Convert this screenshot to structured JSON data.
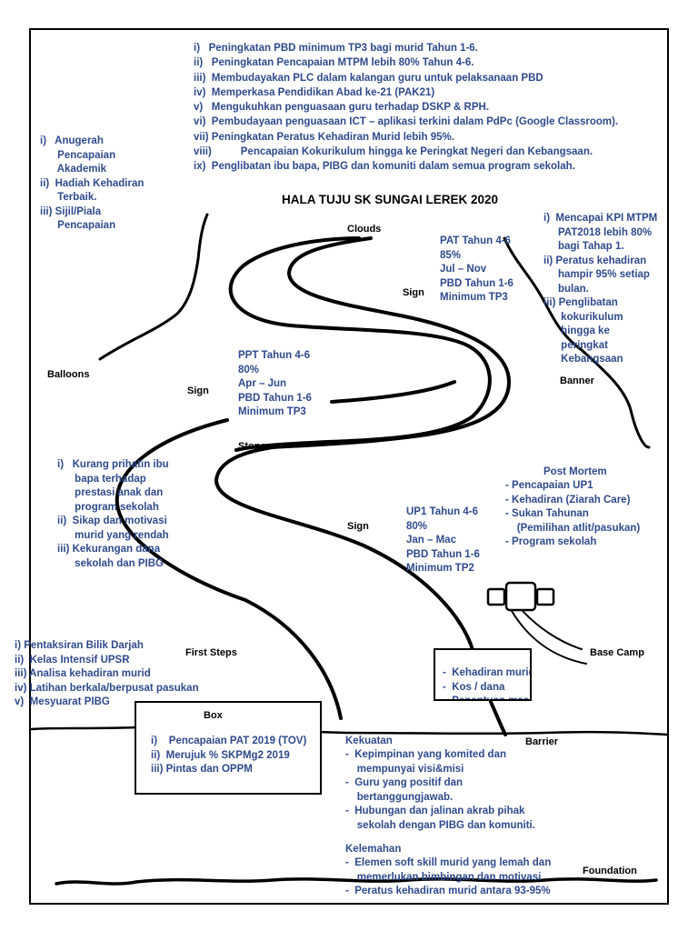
{
  "title": "HALA TUJU SK SUNGAI LEREK 2020",
  "labels": {
    "clouds": "Clouds",
    "balloons": "Balloons",
    "banner": "Banner",
    "sign_top": "Sign",
    "sign_middle": "Sign",
    "sign_bottom": "Sign",
    "stones": "Stones",
    "first_steps": "First Steps",
    "box": "Box",
    "base_camp": "Base Camp",
    "barrier": "Barrier",
    "foundation": "Foundation"
  },
  "goals": [
    "i)   Peningkatan PBD minimum TP3 bagi murid Tahun 1-6.",
    "ii)   Peningkatan Pencapaian MTPM lebih 80% Tahun 4-6.",
    "iii)  Membudayakan PLC dalam kalangan guru untuk pelaksanaan PBD",
    "iv)  Memperkasa Pendidikan Abad ke-21 (PAK21)",
    "v)   Mengukuhkan penguasaan guru terhadap DSKP & RPH.",
    "vi)  Pembudayaan penguasaan ICT – aplikasi terkini dalam PdPc (Google Classroom).",
    "vii) Peningkatan Peratus Kehadiran Murid lebih 95%.",
    "viii)          Pencapaian Kokurikulum hingga ke Peringkat Negeri dan Kebangsaan.",
    "ix)  Penglibatan ibu bapa, PIBG dan komuniti dalam semua program sekolah."
  ],
  "balloons_text": [
    "i)   Anugerah",
    "      Pencapaian",
    "      Akademik",
    "ii)  Hadiah Kehadiran",
    "      Terbaik.",
    "iii) Sijil/Piala",
    "      Pencapaian"
  ],
  "banner_text": [
    "i)  Mencapai KPI MTPM",
    "     PAT2018 lebih 80%",
    "     bagi Tahap 1.",
    "ii) Peratus kehadiran",
    "     hampir 95% setiap",
    "     bulan.",
    "iii) Penglibatan",
    "      kokurikulum",
    "      hingga ke",
    "      peringkat",
    "      Kebangsaan"
  ],
  "sign_top_text": [
    "PAT Tahun 4-6",
    "85%",
    "Jul – Nov",
    "PBD Tahun 1-6",
    "Minimum TP3"
  ],
  "sign_middle_text": [
    "PPT Tahun 4-6",
    "80%",
    "Apr – Jun",
    "PBD Tahun 1-6",
    "Minimum TP3"
  ],
  "sign_bottom_text": [
    "UP1 Tahun 4-6",
    "80%",
    "Jan – Mac",
    "PBD Tahun 1-6",
    "Minimum TP2"
  ],
  "stones_text": [
    "i)   Kurang prihatin ibu",
    "      bapa terhadap",
    "      prestasi anak dan",
    "      program sekolah",
    "ii)  Sikap dan motivasi",
    "      murid yang rendah",
    "iii) Kekurangan dana",
    "      sekolah dan PIBG"
  ],
  "post_mortem": {
    "title": "Post Mortem",
    "items": [
      "- Pencapaian UP1",
      "- Kehadiran (Ziarah Care)",
      "- Sukan Tahunan",
      "    (Pemilihan atlit/pasukan)",
      "- Program sekolah"
    ]
  },
  "first_steps_text": [
    "i) Pentaksiran Bilik Darjah",
    "ii)  Kelas Intensif UPSR",
    "iii) Analisa kehadiran murid",
    "iv) Latihan berkala/berpusat pasukan",
    "v)  Mesyuarat PIBG"
  ],
  "box_text": [
    "i)    Pencapaian PAT 2019 (TOV)",
    "ii)  Merujuk % SKPMg2 2019",
    "iii) Pintas dan OPPM"
  ],
  "base_camp_text": [
    "-  Kehadiran murid",
    "-  Kos / dana",
    "-  Penentuan masa"
  ],
  "kekuatan": {
    "title": "Kekuatan",
    "items": [
      "-  Kepimpinan yang komited dan",
      "    mempunyai visi&misi",
      "-  Guru yang positif dan",
      "    bertanggungjawab.",
      "-  Hubungan dan jalinan akrab pihak",
      "    sekolah dengan PIBG dan komuniti."
    ]
  },
  "kelemahan": {
    "title": "Kelemahan",
    "items": [
      "-  Elemen soft skill murid yang lemah dan",
      "    memerlukan bimbingan dan motivasi",
      "-  Peratus kehadiran murid antara 93-95%"
    ]
  },
  "colors": {
    "text_blue": "#2f4a8c",
    "ink": "#000000"
  }
}
